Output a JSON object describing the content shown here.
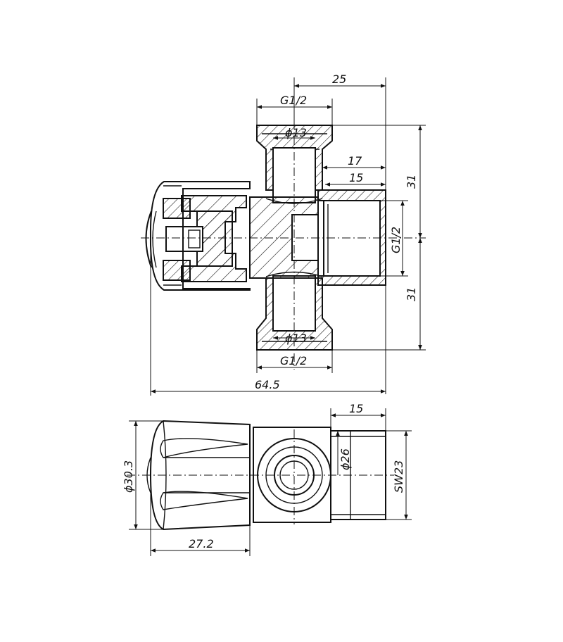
{
  "dimensions": {
    "top_width": "25",
    "top_thread": "G1/2",
    "top_bore": "ϕ13",
    "side_depth_outer": "17",
    "side_depth_inner": "15",
    "upper_half_height": "31",
    "lower_half_height": "31",
    "side_thread": "G1/2",
    "bottom_bore": "ϕ13",
    "bottom_thread": "G1/2",
    "overall_length": "64.5",
    "lower_side_depth": "15",
    "nut_diameter": "ϕ26",
    "wrench_size": "SW23",
    "handle_diameter": "ϕ30.3",
    "handle_length": "27.2"
  }
}
